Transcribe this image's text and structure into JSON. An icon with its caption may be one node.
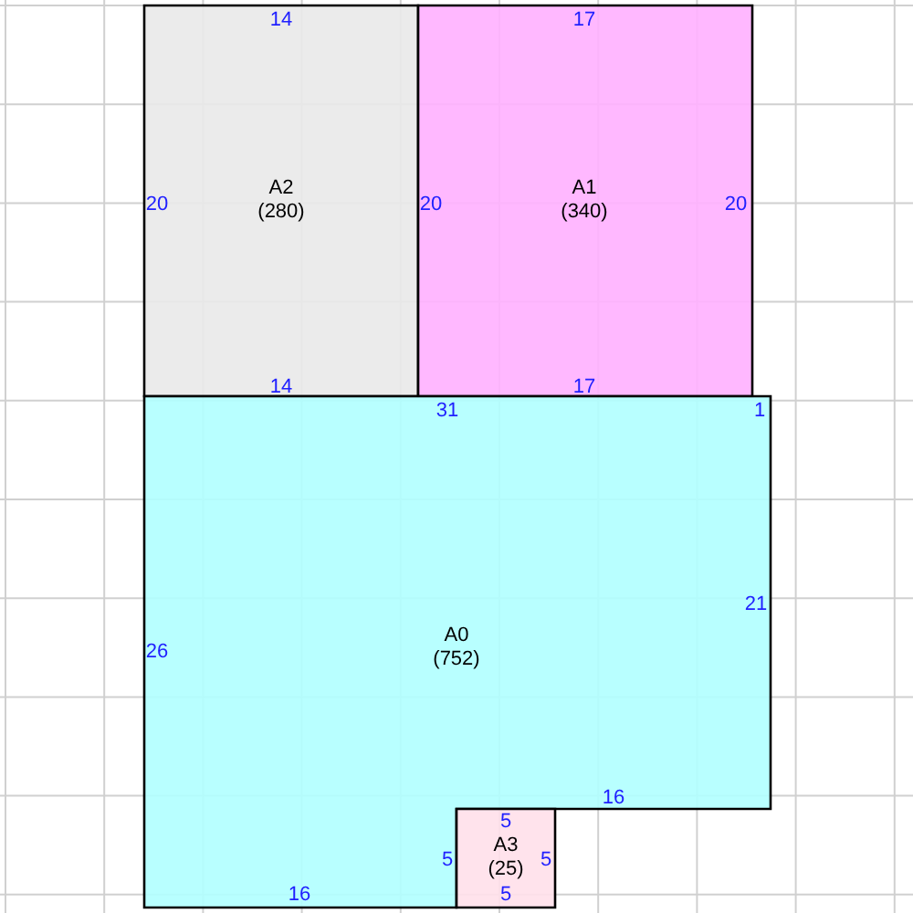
{
  "diagram": {
    "nodes": [
      {
        "text": [
          "A2",
          "(280)"
        ]
      },
      {
        "text": [
          "A1",
          "(340)"
        ]
      },
      {
        "text": [
          "A0",
          "(752)"
        ]
      },
      {
        "text": [
          "A3",
          "(25)"
        ]
      }
    ],
    "labels": [
      "14",
      "17",
      "20",
      "20",
      "20",
      "14",
      "17",
      "31",
      "1",
      "21",
      "26",
      "16",
      "5",
      "5",
      "5",
      "16",
      "5"
    ]
  }
}
